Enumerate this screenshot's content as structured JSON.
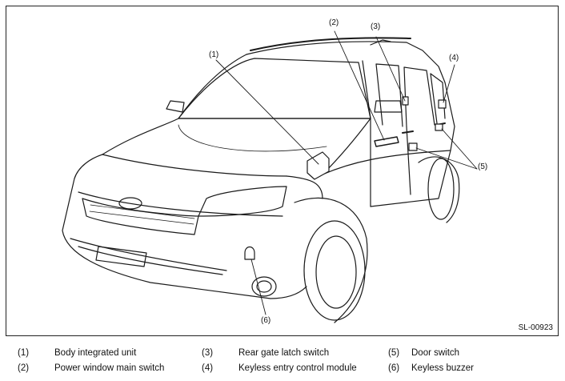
{
  "figure_code": "SL-00923",
  "callouts": [
    {
      "id": "c1",
      "label": "(1)"
    },
    {
      "id": "c2",
      "label": "(2)"
    },
    {
      "id": "c3",
      "label": "(3)"
    },
    {
      "id": "c4",
      "label": "(4)"
    },
    {
      "id": "c5",
      "label": "(5)"
    },
    {
      "id": "c6",
      "label": "(6)"
    }
  ],
  "legend": [
    {
      "num": "(1)",
      "label": "Body integrated unit"
    },
    {
      "num": "(2)",
      "label": "Power window main switch"
    },
    {
      "num": "(3)",
      "label": "Rear gate latch switch"
    },
    {
      "num": "(4)",
      "label": "Keyless entry control module"
    },
    {
      "num": "(5)",
      "label": "Door switch"
    },
    {
      "num": "(6)",
      "label": "Keyless buzzer"
    }
  ]
}
